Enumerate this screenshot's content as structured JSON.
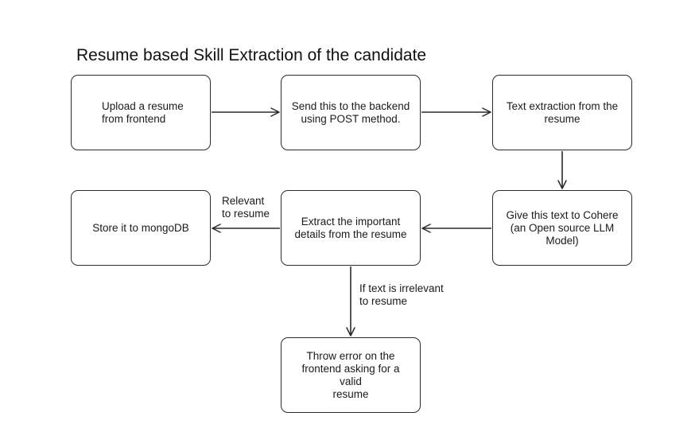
{
  "title": "Resume based Skill Extraction of the candidate",
  "nodes": {
    "upload": "Upload a resume\nfrom frontend",
    "send_backend": "Send this to the backend\nusing POST method.",
    "text_extraction": "Text extraction from the\nresume",
    "cohere": "Give this text to Cohere\n(an Open source LLM\nModel)",
    "extract_details": "Extract the important\ndetails from the resume",
    "store_mongo": "Store it to mongoDB",
    "throw_error": "Throw error on the\nfrontend asking for a valid\nresume"
  },
  "edge_labels": {
    "relevant": "Relevant\nto resume",
    "irrelevant": "If text is irrelevant\nto resume"
  }
}
